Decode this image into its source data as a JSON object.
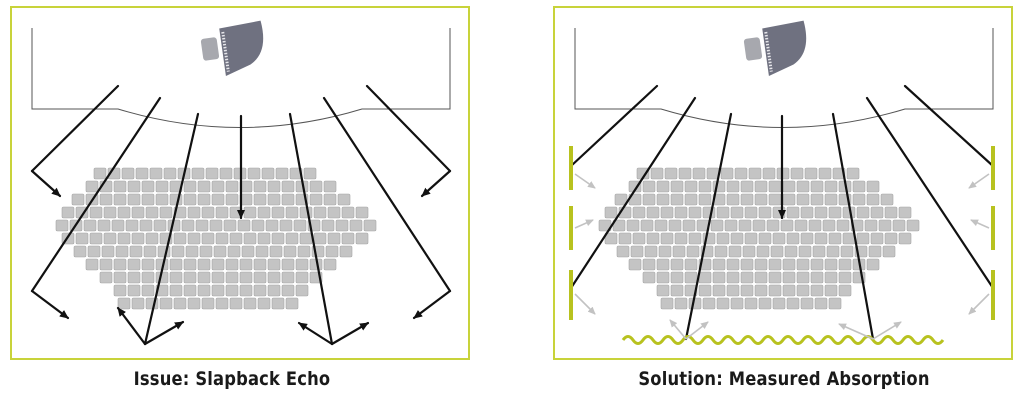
{
  "panels": [
    {
      "id": "issue",
      "caption": "Issue: Slapback Echo",
      "treatment": false
    },
    {
      "id": "solution",
      "caption": "Solution: Measured Absorption",
      "treatment": true
    }
  ],
  "colors": {
    "frame": "#c8d33a",
    "absorber": "#b8c21f",
    "seat": "#c4c4c4",
    "seat_edge": "#a6a6a6",
    "ray": "#111111",
    "diffuse_arrow": "#c2c2c2",
    "piano": "#6f7180"
  },
  "icons": [
    "grand-piano-icon",
    "sound-ray-arrow-icon",
    "reflection-arrow-icon",
    "absorption-panel-icon",
    "diffuser-wave-icon"
  ]
}
